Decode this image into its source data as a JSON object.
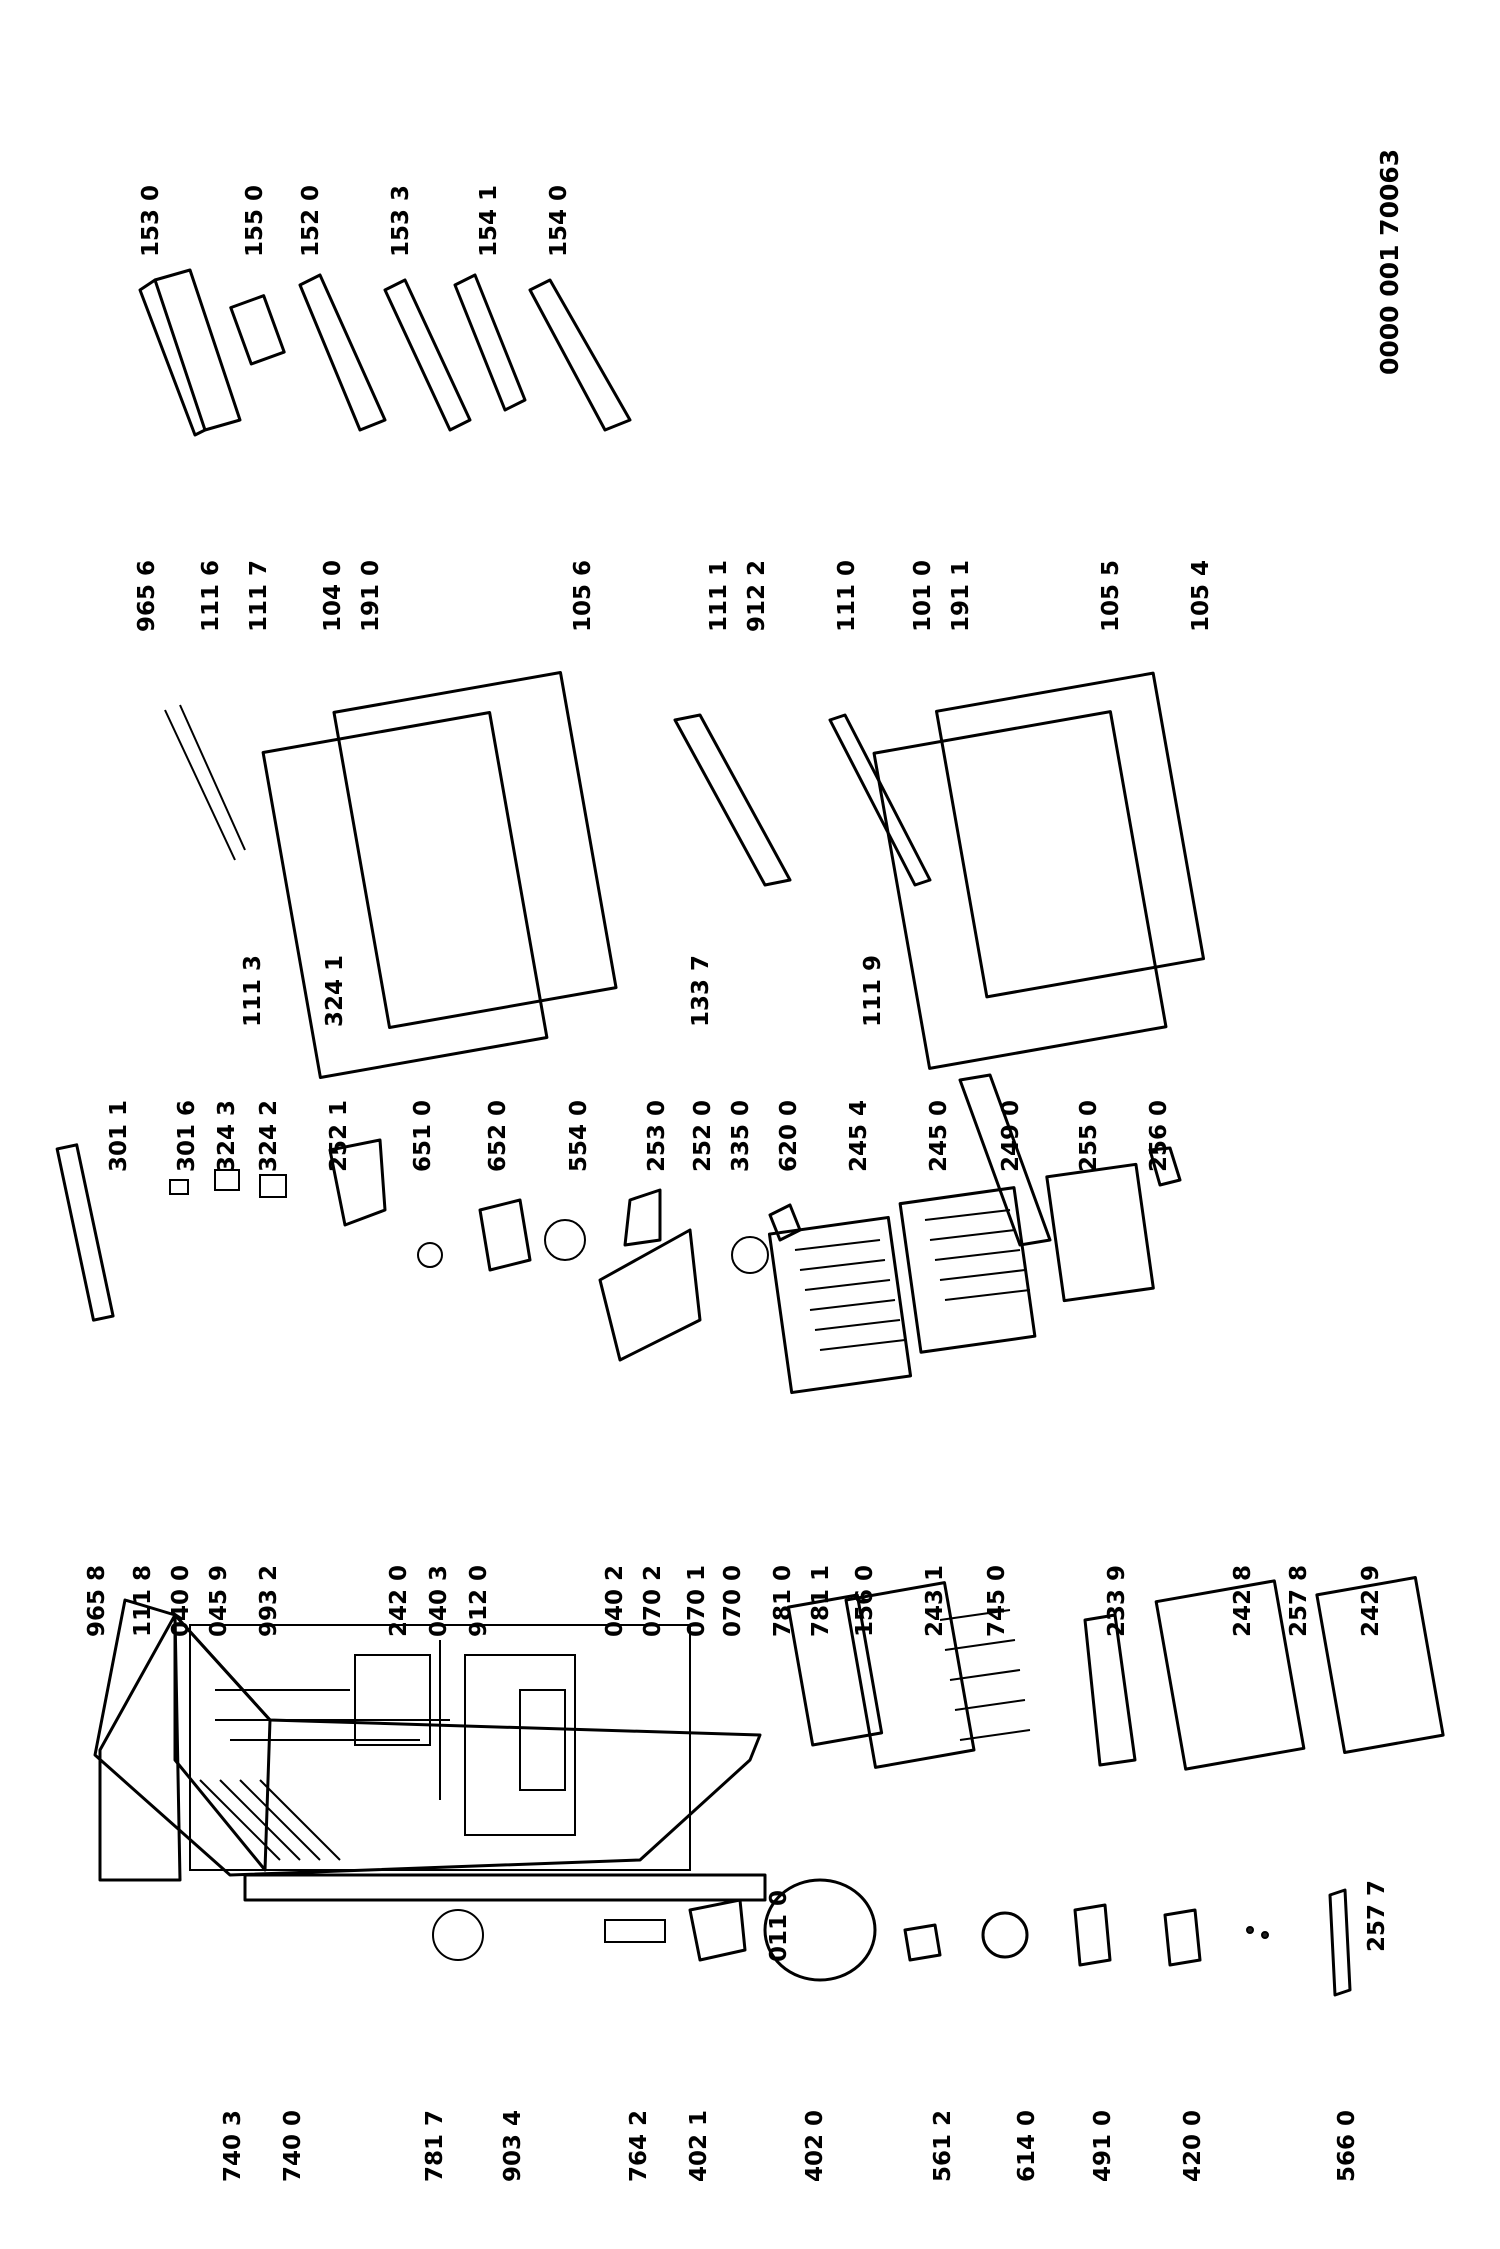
{
  "doc_number": "0000 001 70063",
  "labels": {
    "p1530": "153 0",
    "p1550": "155 0",
    "p1520": "152 0",
    "p1533": "153 3",
    "p1541": "154 1",
    "p1540": "154 0",
    "p9656": "965 6",
    "p1116": "111 6",
    "p1117": "111 7",
    "p1040": "104 0",
    "p1910": "191 0",
    "p1056": "105 6",
    "p1111": "111 1",
    "p9122": "912 2",
    "p1110": "111 0",
    "p1010": "101 0",
    "p1911": "191 1",
    "p1055": "105 5",
    "p1054": "105 4",
    "p1113": "111 3",
    "p3241": "324 1",
    "p1337": "133 7",
    "p1119": "111 9",
    "p3011": "301 1",
    "p3016": "301 6",
    "p3243": "324 3",
    "p3242": "324 2",
    "p2521": "252 1",
    "p6510": "651 0",
    "p6520": "652 0",
    "p5540": "554 0",
    "p2530": "253 0",
    "p2520": "252 0",
    "p3350": "335 0",
    "p6200": "620 0",
    "p2454": "245 4",
    "p2450": "245 0",
    "p2490": "249 0",
    "p2550": "255 0",
    "p2560": "256 0",
    "p9658": "965 8",
    "p1118": "111 8",
    "p0400": "040 0",
    "p0459": "045 9",
    "p9932": "993 2",
    "p2420": "242 0",
    "p0403": "040 3",
    "p9120": "912 0",
    "p0402": "040 2",
    "p0702": "070 2",
    "p0701": "070 1",
    "p0700": "070 0",
    "p7810": "781 0",
    "p7811": "781 1",
    "p1560": "156 0",
    "p2431": "243 1",
    "p7450": "745 0",
    "p2339": "233 9",
    "p2428": "242 8",
    "p2578": "257 8",
    "p2429": "242 9",
    "p2577": "257 7",
    "p0110": "011 0",
    "p7403": "740 3",
    "p7400": "740 0",
    "p7817": "781 7",
    "p9034": "903 4",
    "p7642": "764 2",
    "p4021": "402 1",
    "p4020": "402 0",
    "p5612": "561 2",
    "p6140": "614 0",
    "p4910": "491 0",
    "p4200": "420 0",
    "p5660": "566 0"
  }
}
